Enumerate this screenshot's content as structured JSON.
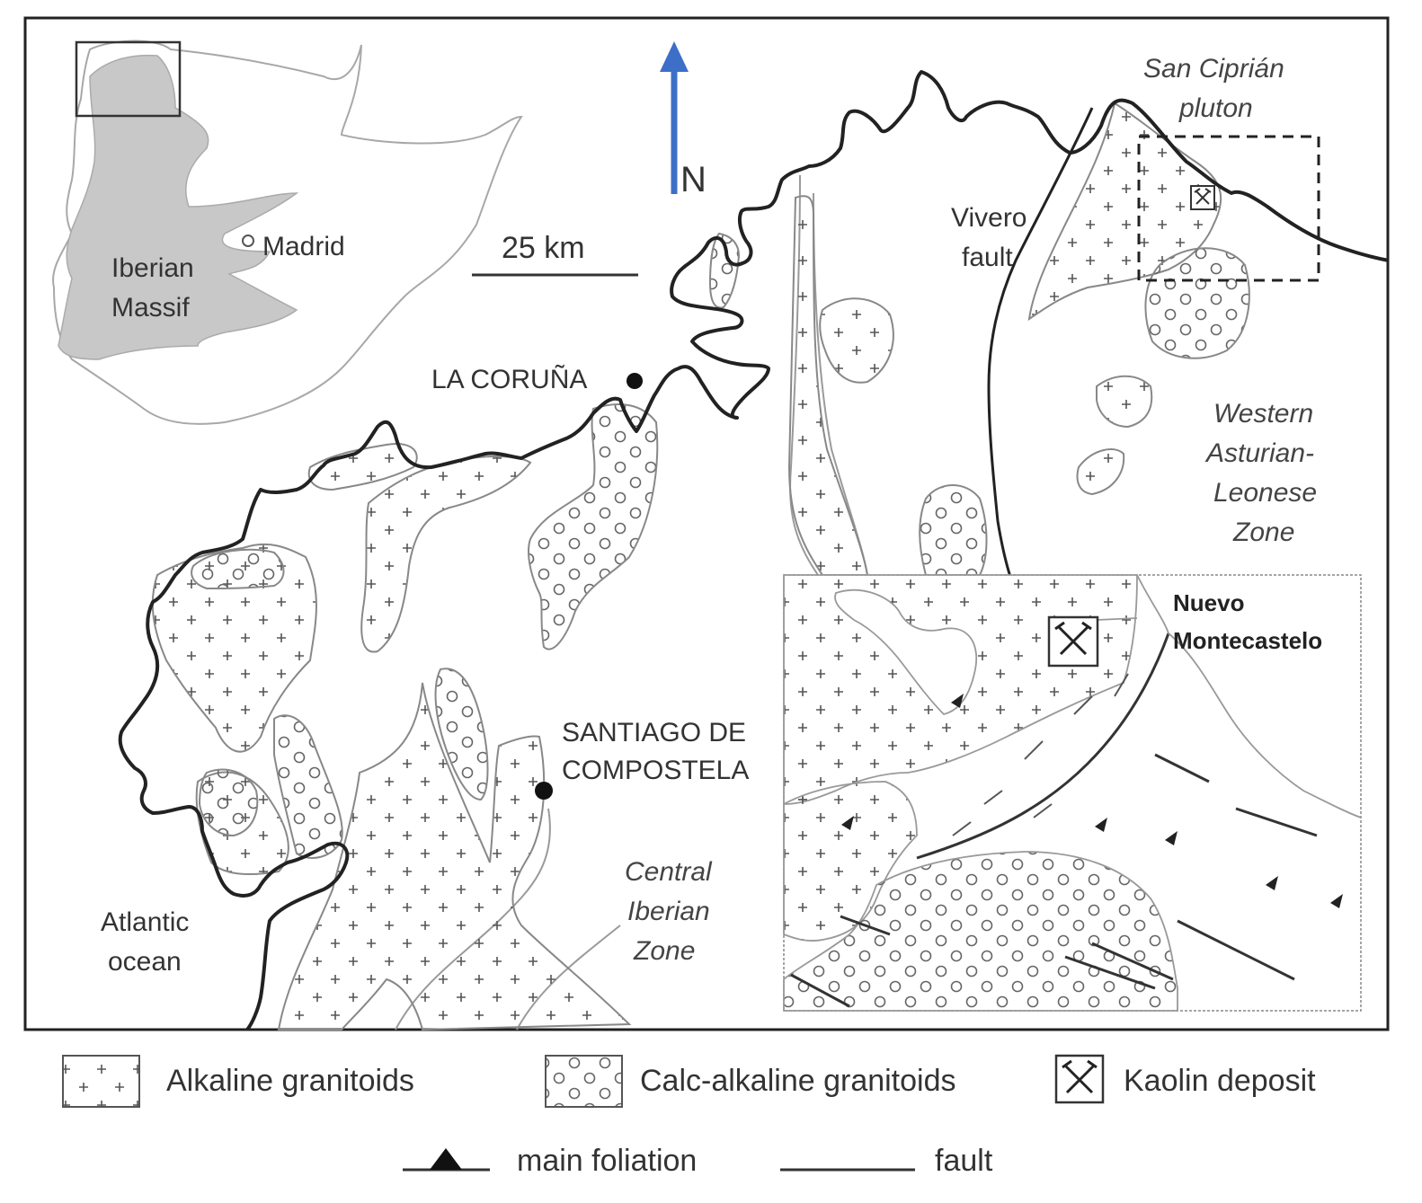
{
  "map": {
    "north_label": "N",
    "scale_label": "25 km",
    "inset": {
      "region_label_line1": "Iberian",
      "region_label_line2": "Massif",
      "city": "Madrid"
    },
    "cities": {
      "la_coruna": "LA CORUÑA",
      "santiago_line1": "SANTIAGO DE",
      "santiago_line2": "COMPOSTELA"
    },
    "regions": {
      "san_ciprian_line1": "San Ciprián",
      "san_ciprian_line2": "pluton",
      "vivero_line1": "Vivero",
      "vivero_line2": "fault",
      "western_line1": "Western",
      "western_line2": "Asturian-",
      "western_line3": "Leonese",
      "western_line4": "Zone",
      "central_line1": "Central",
      "central_line2": "Iberian",
      "central_line3": "Zone",
      "atlantic_line1": "Atlantic",
      "atlantic_line2": "ocean"
    },
    "detail": {
      "name_line1": "Nuevo",
      "name_line2": "Montecastelo"
    }
  },
  "legend": {
    "alkaline": "Alkaline granitoids",
    "calc_alkaline": "Calc-alkaline granitoids",
    "kaolin": "Kaolin deposit",
    "foliation": "main foliation",
    "fault": "fault"
  },
  "colors": {
    "outline": "#222222",
    "contour": "#9a9a9a",
    "massif_fill": "#c8c8c8",
    "north_arrow": "#3d6fc8"
  }
}
